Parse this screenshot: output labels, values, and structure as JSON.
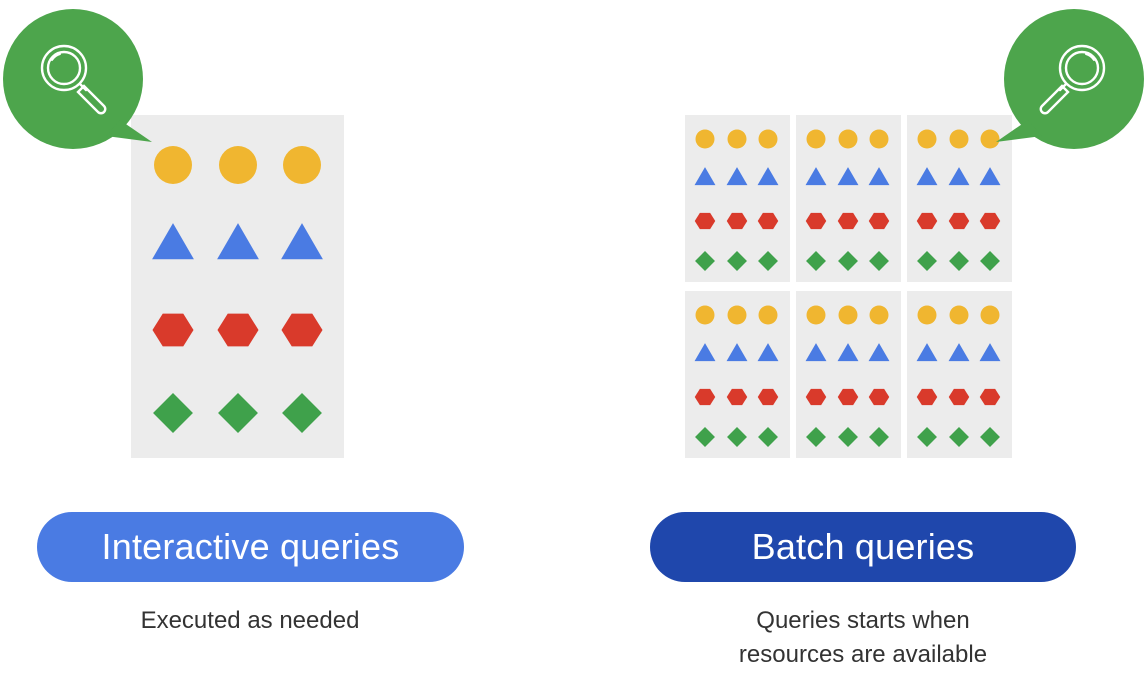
{
  "colors": {
    "background": "#ffffff",
    "panel": "#ececec",
    "circle": "#f0b630",
    "triangle": "#4a7be3",
    "hexagon": "#d93a2b",
    "diamond": "#3fa14b",
    "bubble": "#4da54c",
    "interactive_pill": "#4a7be3",
    "batch_pill": "#1f47ac"
  },
  "icons": {
    "left_bubble": "search-icon",
    "right_bubble": "search-icon"
  },
  "shape_rows": [
    "circle",
    "triangle",
    "hexagon",
    "diamond"
  ],
  "shapes_per_row": 3,
  "batch_grid": {
    "rows": 2,
    "columns": 3
  },
  "interactive": {
    "title": "Interactive queries",
    "caption": "Executed as needed"
  },
  "batch": {
    "title": "Batch queries",
    "caption_line1": "Queries starts when",
    "caption_line2": "resources are available"
  }
}
